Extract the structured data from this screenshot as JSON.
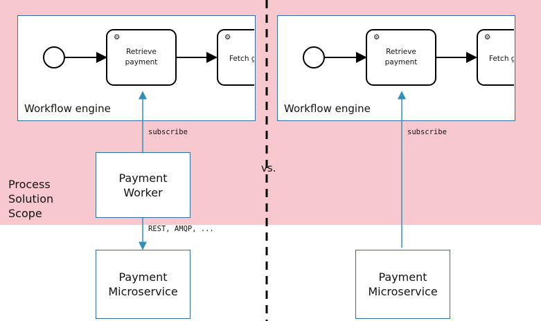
{
  "scope": {
    "label": "Process\nSolution\nScope"
  },
  "divider": {
    "label": "vs."
  },
  "left": {
    "engine_label": "Workflow engine",
    "task1_line1": "Retrieve",
    "task1_line2": "payment",
    "task2_label": "Fetch g",
    "subscribe_label": "subscribe",
    "worker_label": "Payment\nWorker",
    "protocol_label": "REST, AMQP, ...",
    "microservice_label": "Payment\nMicroservice"
  },
  "right": {
    "engine_label": "Workflow engine",
    "task1_line1": "Retrieve",
    "task1_line2": "payment",
    "task2_label": "Fetch g",
    "subscribe_label": "subscribe",
    "microservice_label": "Payment\nMicroservice"
  },
  "colors": {
    "scope_fill": "#f8c8cf",
    "box_border": "#2f6ea5",
    "arrow": "#2f8fb7"
  }
}
